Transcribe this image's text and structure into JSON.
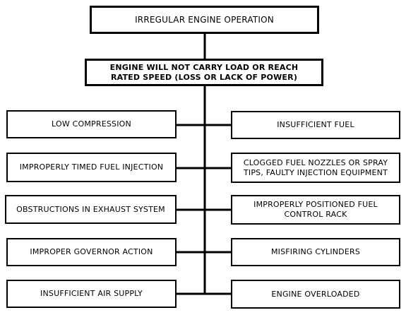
{
  "top": "IRREGULAR ENGINE OPERATION",
  "main": "ENGINE  WILL NOT CARRY LOAD OR REACH\nRATED SPEED (LOSS OR LACK OF POWER)",
  "left": [
    "LOW COMPRESSION",
    "IMPROPERLY TIMED FUEL INJECTION",
    "OBSTRUCTIONS IN EXHAUST SYSTEM",
    "IMPROPER GOVERNOR ACTION",
    "INSUFFICIENT AIR SUPPLY"
  ],
  "right": [
    "INSUFFICIENT FUEL",
    "CLOGGED FUEL NOZZLES OR SPRAY\nTIPS, FAULTY INJECTION EQUIPMENT",
    "IMPROPERLY POSITIONED FUEL\nCONTROL RACK",
    "MISFIRING CYLINDERS",
    "ENGINE OVERLOADED"
  ]
}
